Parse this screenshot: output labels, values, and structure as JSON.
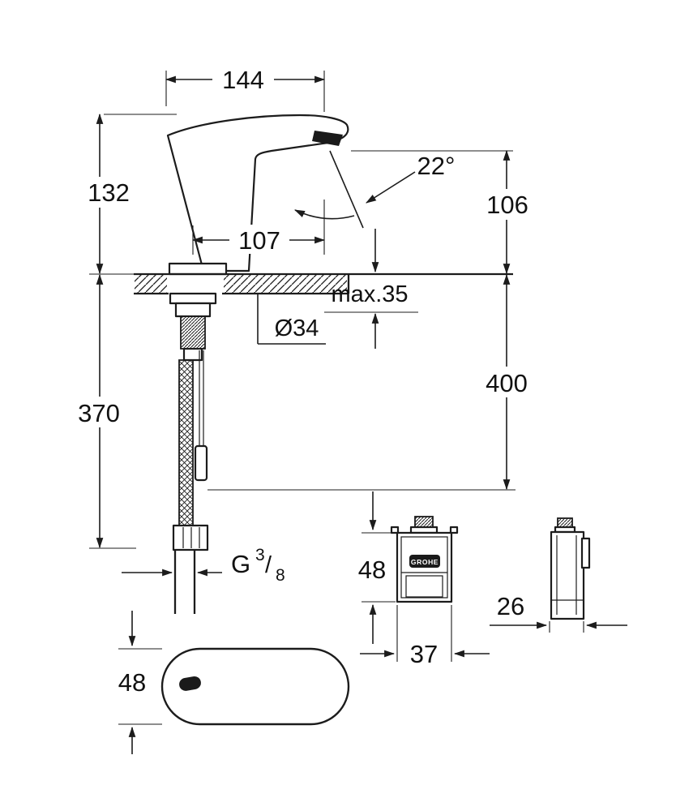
{
  "drawing": {
    "brand": "GROHE",
    "dims": {
      "spout_width": "144",
      "height_above_deck": "132",
      "spray_angle": "22°",
      "outlet_height": "106",
      "outlet_reach": "107",
      "max_deck_thickness": "max.35",
      "hole_diameter": "Ø34",
      "install_depth": "400",
      "hose_length": "370",
      "thread_g": "G",
      "thread_num": "3",
      "thread_slash": "/",
      "thread_den": "8",
      "box_height": "48",
      "box_width": "37",
      "box_depth": "26",
      "plate_height": "48"
    }
  }
}
